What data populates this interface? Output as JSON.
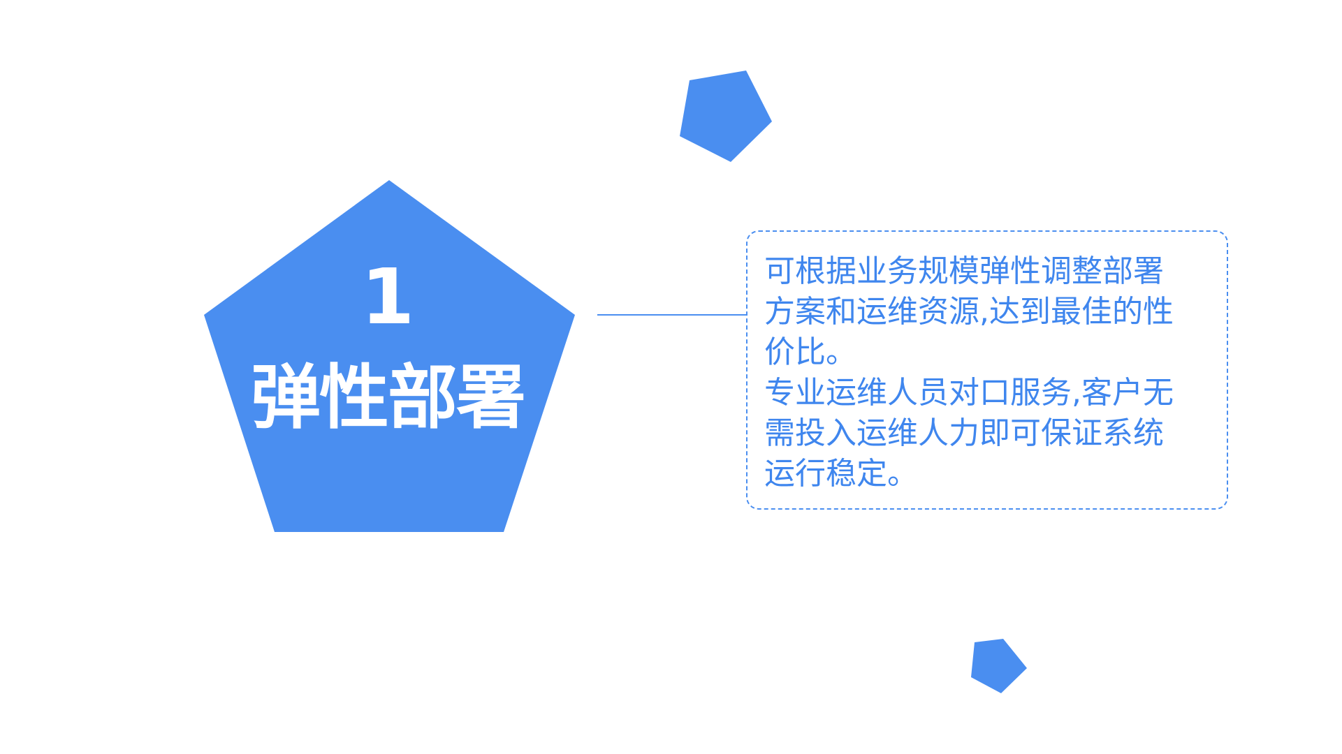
{
  "colors": {
    "primary": "#4a8ef0",
    "text_on_primary": "#ffffff",
    "background": "#ffffff"
  },
  "feature": {
    "number": "1",
    "title": "弹性部署"
  },
  "description": {
    "paragraph_1": "可根据业务规模弹性调整部署方案和运维资源,达到最佳的性价比。",
    "paragraph_2": "专业运维人员对口服务,客户无需投入运维人力即可保证系统运行稳定。"
  }
}
